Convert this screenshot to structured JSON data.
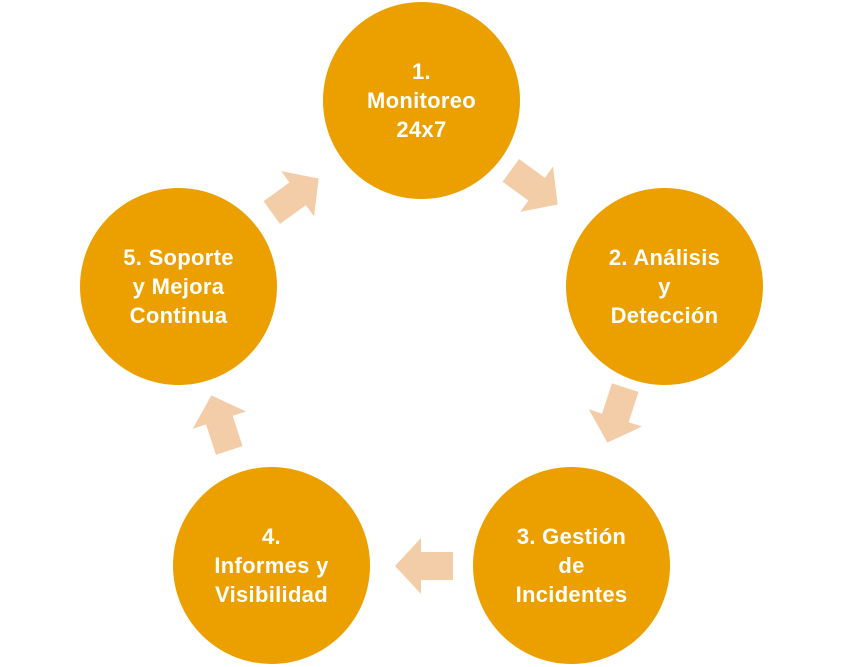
{
  "diagram": {
    "type": "cycle",
    "node_color": "#EBA000",
    "arrow_color": "#F3CDA8",
    "text_color": "#FFFFFF",
    "nodes": [
      {
        "label": "1.\nMonitoreo\n24x7"
      },
      {
        "label": "2. Análisis\ny\nDetección"
      },
      {
        "label": "3. Gestión\nde\nIncidentes"
      },
      {
        "label": "4.\nInformes y\nVisibilidad"
      },
      {
        "label": "5. Soporte\ny Mejora\nContinua"
      }
    ],
    "arrows": [
      {
        "from": 1,
        "to": 2
      },
      {
        "from": 2,
        "to": 3
      },
      {
        "from": 3,
        "to": 4
      },
      {
        "from": 4,
        "to": 5
      },
      {
        "from": 5,
        "to": 1
      }
    ]
  }
}
